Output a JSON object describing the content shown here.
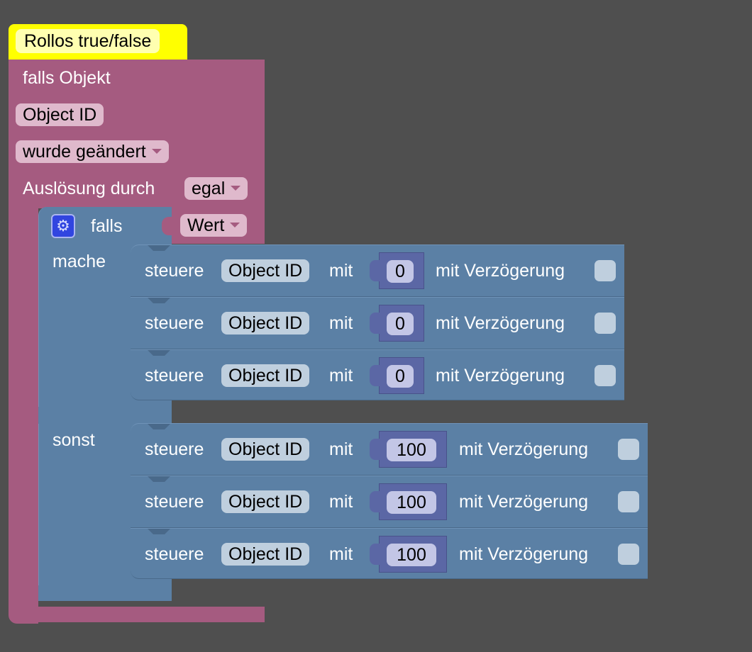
{
  "event_block": {
    "comment": "Rollos true/false",
    "title": "falls Objekt",
    "object_field": "Object ID",
    "change_dropdown": "wurde geändert",
    "trigger_label": "Auslösung durch",
    "trigger_dropdown": "egal"
  },
  "if_block": {
    "if_label": "falls",
    "condition_dropdown": "Wert",
    "do_label": "mache",
    "else_label": "sonst"
  },
  "do_rows": [
    {
      "label": "steuere",
      "object": "Object ID",
      "with": "mit",
      "value": "0",
      "delay_label": "mit Verzögerung",
      "delay_checked": false
    },
    {
      "label": "steuere",
      "object": "Object ID",
      "with": "mit",
      "value": "0",
      "delay_label": "mit Verzögerung",
      "delay_checked": false
    },
    {
      "label": "steuere",
      "object": "Object ID",
      "with": "mit",
      "value": "0",
      "delay_label": "mit Verzögerung",
      "delay_checked": false
    }
  ],
  "else_rows": [
    {
      "label": "steuere",
      "object": "Object ID",
      "with": "mit",
      "value": "100",
      "delay_label": "mit Verzögerung",
      "delay_checked": false
    },
    {
      "label": "steuere",
      "object": "Object ID",
      "with": "mit",
      "value": "100",
      "delay_label": "mit Verzögerung",
      "delay_checked": false
    },
    {
      "label": "steuere",
      "object": "Object ID",
      "with": "mit",
      "value": "100",
      "delay_label": "mit Verzögerung",
      "delay_checked": false
    }
  ],
  "colors": {
    "event": "#a55b80",
    "logic": "#5b80a5",
    "number": "#5b67a5",
    "comment": "#ffff00"
  }
}
